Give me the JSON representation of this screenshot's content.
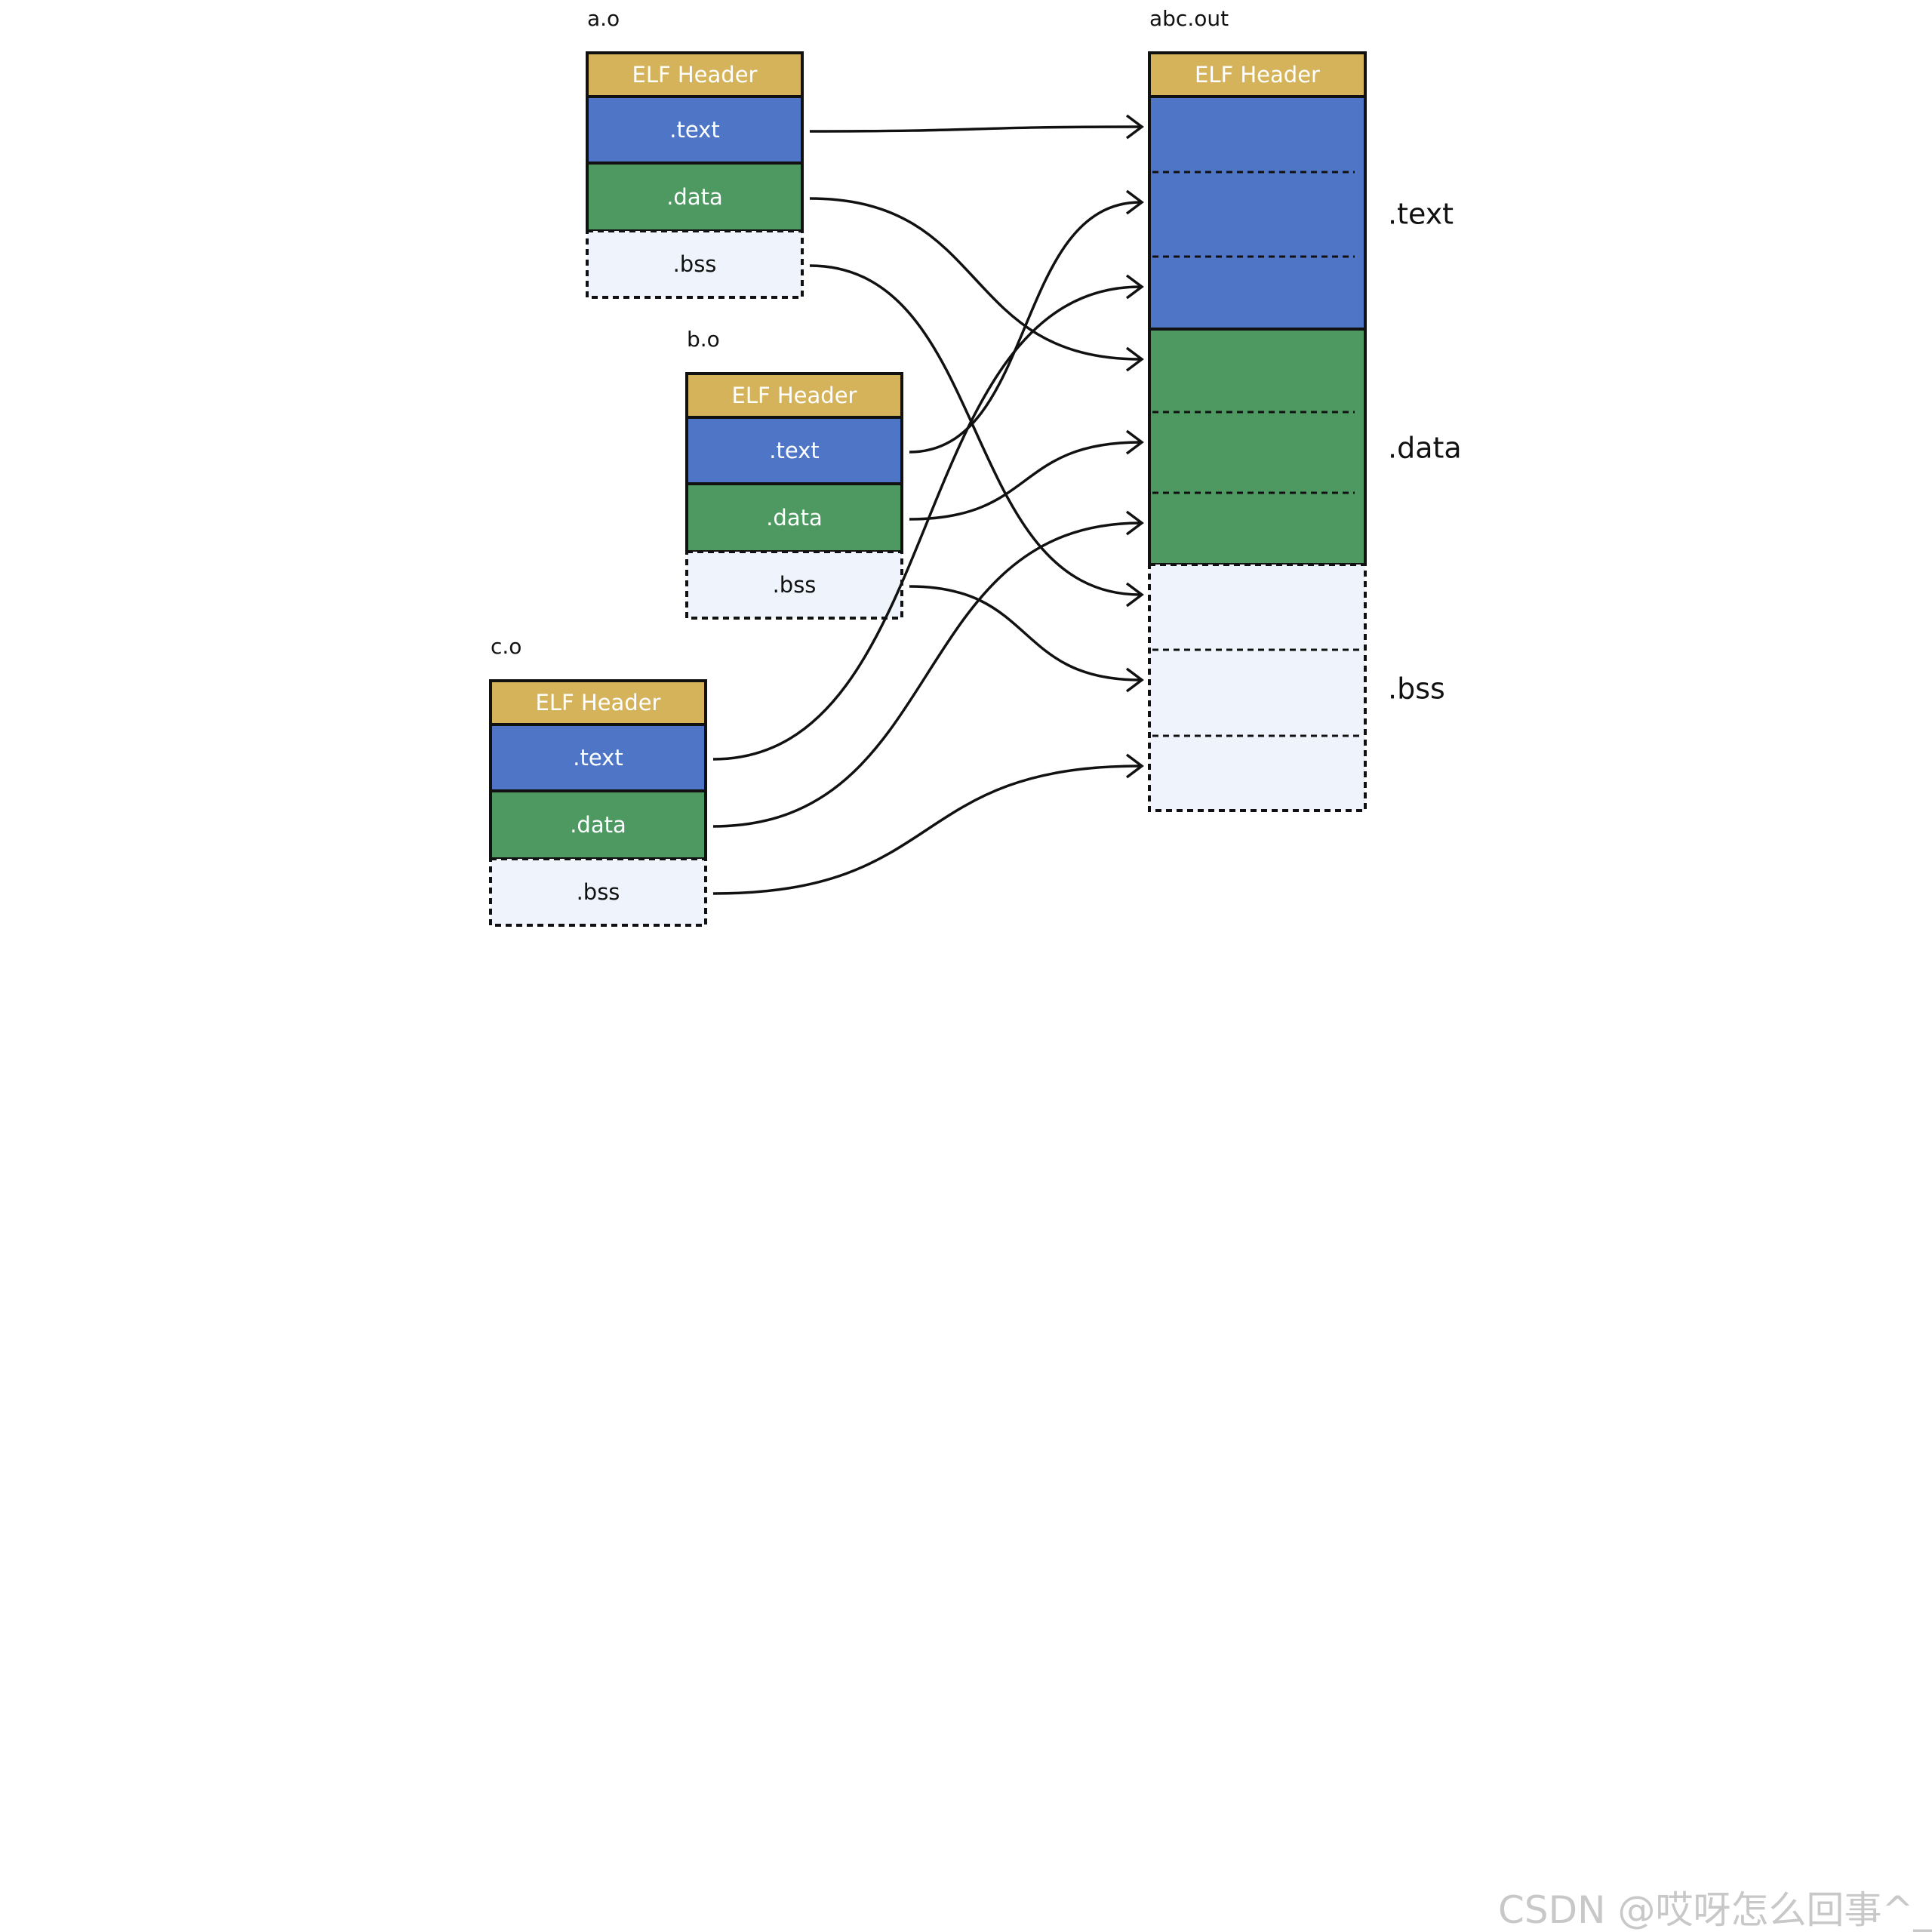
{
  "colors": {
    "header": "#D4B35A",
    "text": "#4F76C6",
    "data": "#4E9962",
    "bss": "#EEF3FC",
    "border": "#111111"
  },
  "objects": [
    {
      "name": "a.o",
      "sections": [
        {
          "kind": "header",
          "label": "ELF Header"
        },
        {
          "kind": "text",
          "label": ".text"
        },
        {
          "kind": "data",
          "label": ".data"
        },
        {
          "kind": "bss",
          "label": ".bss"
        }
      ]
    },
    {
      "name": "b.o",
      "sections": [
        {
          "kind": "header",
          "label": "ELF Header"
        },
        {
          "kind": "text",
          "label": ".text"
        },
        {
          "kind": "data",
          "label": ".data"
        },
        {
          "kind": "bss",
          "label": ".bss"
        }
      ]
    },
    {
      "name": "c.o",
      "sections": [
        {
          "kind": "header",
          "label": "ELF Header"
        },
        {
          "kind": "text",
          "label": ".text"
        },
        {
          "kind": "data",
          "label": ".data"
        },
        {
          "kind": "bss",
          "label": ".bss"
        }
      ]
    }
  ],
  "output": {
    "name": "abc.out",
    "header_label": "ELF Header",
    "groups": [
      {
        "kind": "text",
        "label": ".text",
        "parts": 3
      },
      {
        "kind": "data",
        "label": ".data",
        "parts": 3
      },
      {
        "kind": "bss",
        "label": ".bss",
        "parts": 3
      }
    ]
  },
  "mappings": [
    {
      "from": "a.o",
      "section": "text",
      "to": "text",
      "part": 0
    },
    {
      "from": "b.o",
      "section": "text",
      "to": "text",
      "part": 1
    },
    {
      "from": "c.o",
      "section": "text",
      "to": "text",
      "part": 2
    },
    {
      "from": "a.o",
      "section": "data",
      "to": "data",
      "part": 0
    },
    {
      "from": "b.o",
      "section": "data",
      "to": "data",
      "part": 1
    },
    {
      "from": "c.o",
      "section": "data",
      "to": "data",
      "part": 2
    },
    {
      "from": "a.o",
      "section": "bss",
      "to": "bss",
      "part": 0
    },
    {
      "from": "b.o",
      "section": "bss",
      "to": "bss",
      "part": 1
    },
    {
      "from": "c.o",
      "section": "bss",
      "to": "bss",
      "part": 2
    }
  ],
  "watermark": "CSDN @哎呀怎么回事^_^"
}
